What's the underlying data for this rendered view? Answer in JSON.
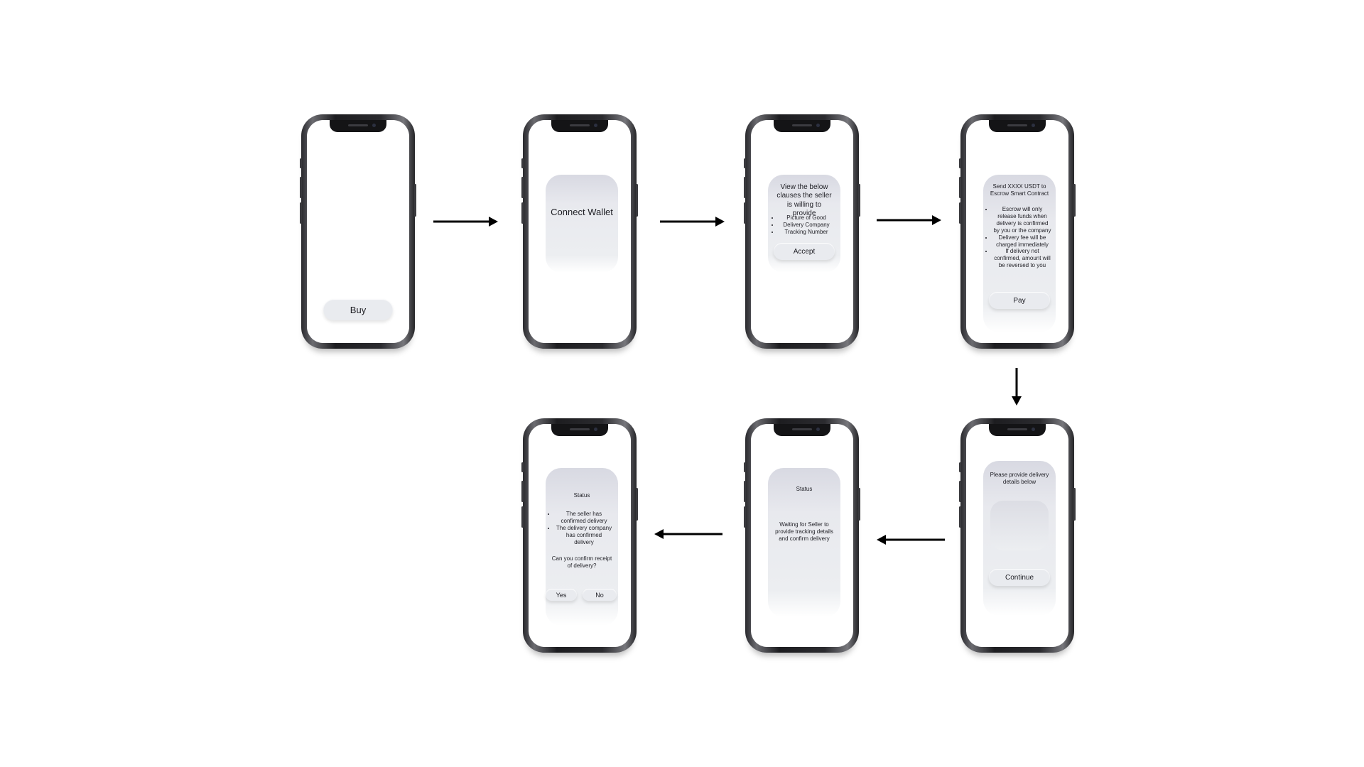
{
  "screens": {
    "buy": {
      "button": "Buy"
    },
    "connect": {
      "title": "Connect Wallet"
    },
    "clauses": {
      "title": "View the below clauses the seller is willing to provide",
      "items": [
        "Picture of Good",
        "Delivery Company",
        "Tracking Number"
      ],
      "button": "Accept"
    },
    "send": {
      "title": "Send XXXX USDT to Escrow Smart Contract",
      "items": [
        "Escrow will only release funds when delivery is confirmed by you or the company",
        "Delivery fee will be charged immediately",
        "If delivery not confirmed, amount will be reversed to you"
      ],
      "button": "Pay"
    },
    "delivery": {
      "title": "Please provide delivery details below",
      "button": "Continue"
    },
    "waiting": {
      "title": "Status",
      "body": "Waiting for Seller to provide tracking details and confirm delivery"
    },
    "confirm": {
      "title": "Status",
      "items": [
        "The seller has confirmed delivery",
        "The delivery company has confirmed delivery"
      ],
      "question": "Can you confirm receipt of delivery?",
      "yes": "Yes",
      "no": "No"
    }
  },
  "colors": {
    "arrow": "#000000",
    "card": "#eceef1",
    "phone_frame": "#1d1d20"
  }
}
